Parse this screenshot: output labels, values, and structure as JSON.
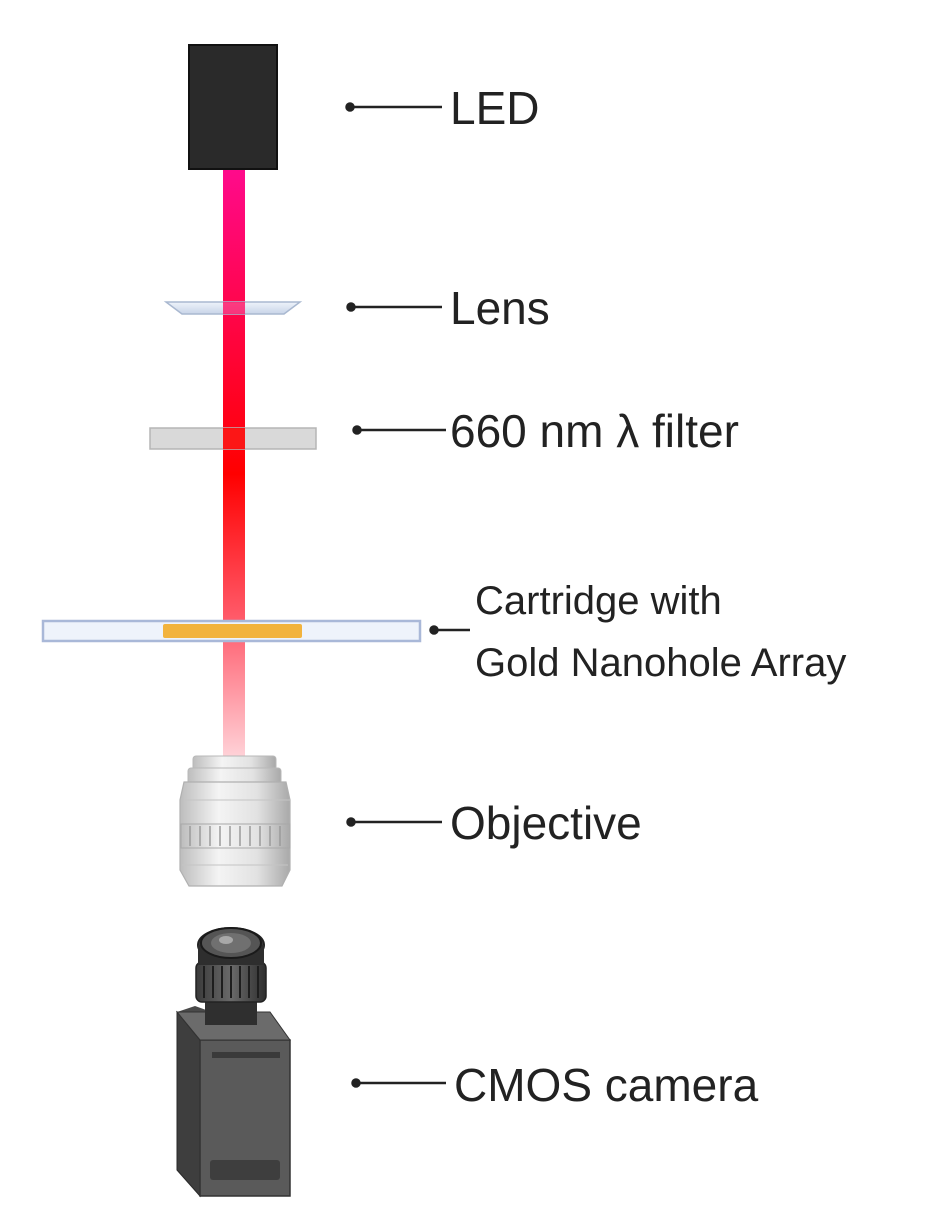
{
  "labels": {
    "led": "LED",
    "lens": "Lens",
    "filter": "660 nm λ filter",
    "cartridge_line1": "Cartridge with",
    "cartridge_line2": "Gold Nanohole Array",
    "objective": "Objective",
    "camera": "CMOS camera"
  },
  "colors": {
    "beam_top": "#ff0a8c",
    "beam_mid": "#ff0000",
    "beam_fade": "#ffe6ea",
    "led_body": "#2a2a2a",
    "lens_fill": "#d8e2f0",
    "filter_fill": "#d9d9d9",
    "cartridge_border": "#a9b8d8",
    "cartridge_fill": "#eef3fb",
    "gold": "#f2b33d",
    "camera_body": "#5a5a5a",
    "text": "#222222"
  },
  "components": [
    {
      "id": "led",
      "icon": "led-icon"
    },
    {
      "id": "lens",
      "icon": "lens-icon"
    },
    {
      "id": "filter",
      "icon": "filter-icon"
    },
    {
      "id": "cartridge",
      "icon": "cartridge-icon"
    },
    {
      "id": "objective",
      "icon": "objective-icon"
    },
    {
      "id": "camera",
      "icon": "camera-icon"
    }
  ]
}
